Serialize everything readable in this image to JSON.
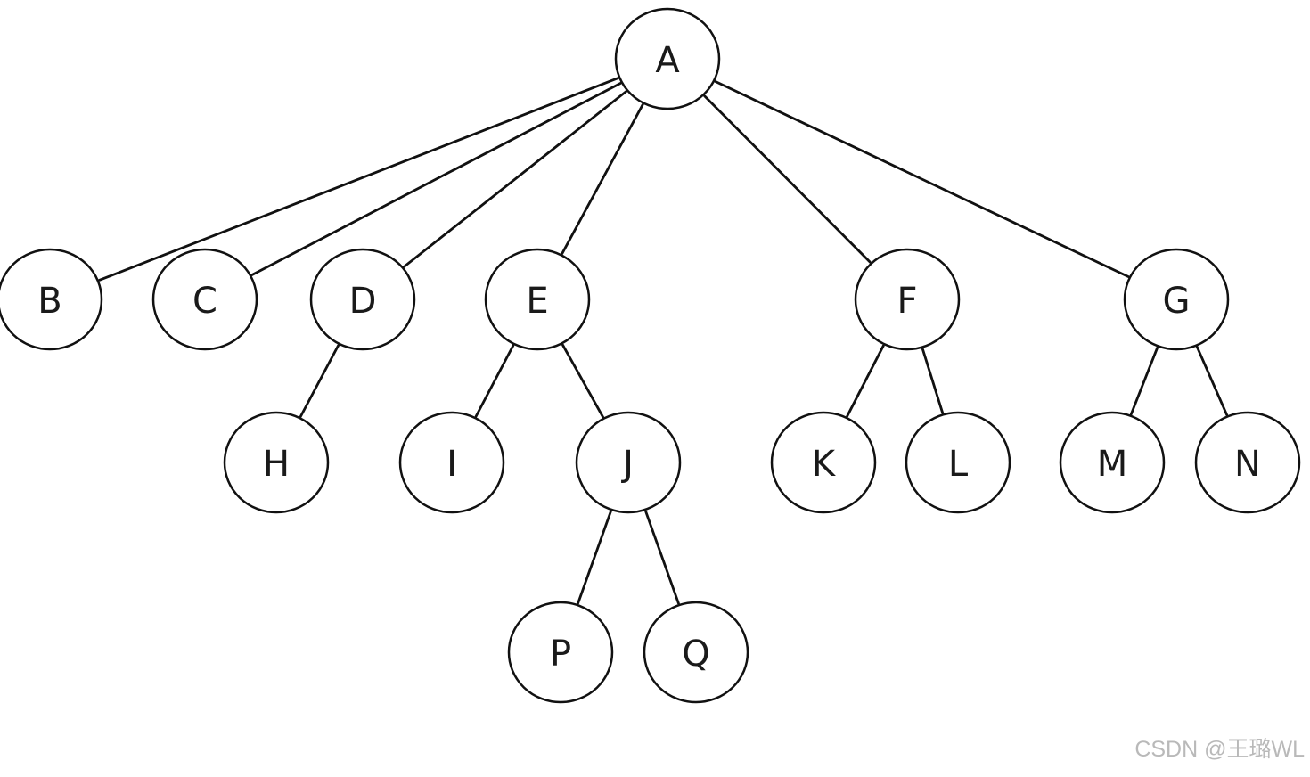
{
  "tree": {
    "nodes": [
      {
        "id": "A",
        "label": "A"
      },
      {
        "id": "B",
        "label": "B"
      },
      {
        "id": "C",
        "label": "C"
      },
      {
        "id": "D",
        "label": "D"
      },
      {
        "id": "E",
        "label": "E"
      },
      {
        "id": "F",
        "label": "F"
      },
      {
        "id": "G",
        "label": "G"
      },
      {
        "id": "H",
        "label": "H"
      },
      {
        "id": "I",
        "label": "I"
      },
      {
        "id": "J",
        "label": "J"
      },
      {
        "id": "K",
        "label": "K"
      },
      {
        "id": "L",
        "label": "L"
      },
      {
        "id": "M",
        "label": "M"
      },
      {
        "id": "N",
        "label": "N"
      },
      {
        "id": "P",
        "label": "P"
      },
      {
        "id": "Q",
        "label": "Q"
      }
    ],
    "edges": [
      [
        "A",
        "B"
      ],
      [
        "A",
        "C"
      ],
      [
        "A",
        "D"
      ],
      [
        "A",
        "E"
      ],
      [
        "A",
        "F"
      ],
      [
        "A",
        "G"
      ],
      [
        "D",
        "H"
      ],
      [
        "E",
        "I"
      ],
      [
        "E",
        "J"
      ],
      [
        "J",
        "P"
      ],
      [
        "J",
        "Q"
      ],
      [
        "F",
        "K"
      ],
      [
        "F",
        "L"
      ],
      [
        "G",
        "M"
      ],
      [
        "G",
        "N"
      ]
    ]
  },
  "watermark": "CSDN @王璐WL"
}
